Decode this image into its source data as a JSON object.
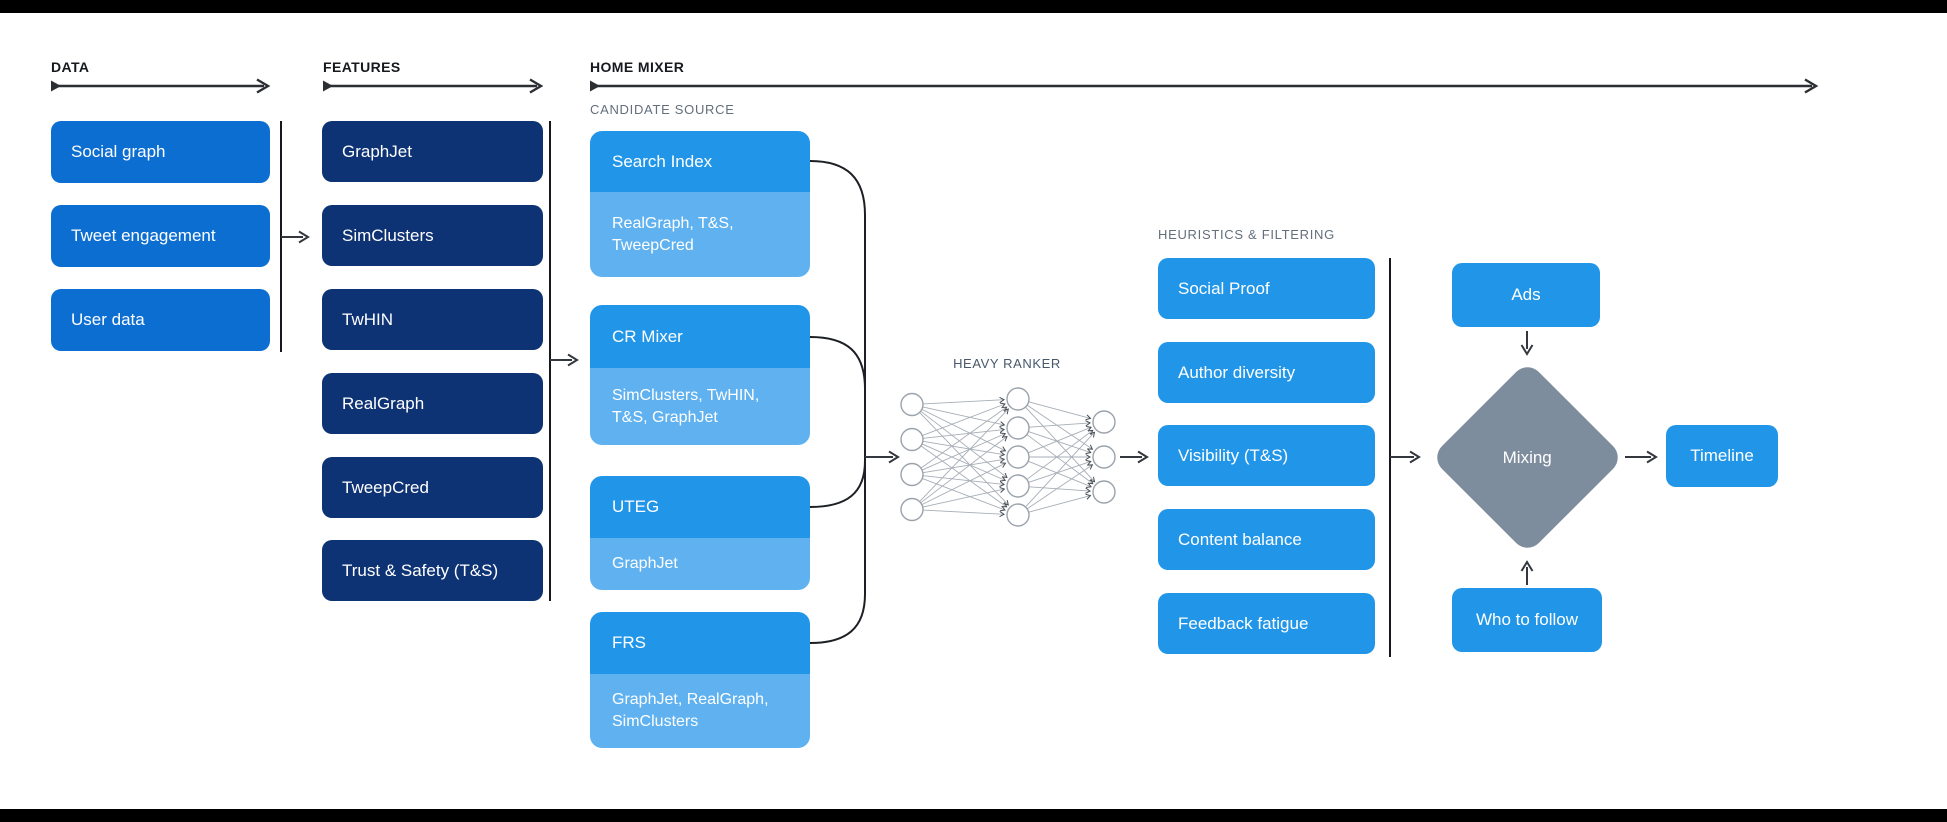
{
  "palette": {
    "dataBlue": "#0d6ed2",
    "navy": "#0e3374",
    "bright": "#2196e9",
    "light": "#5fb1ef",
    "gray": "#7e8d9e",
    "ink": "#16191d",
    "muted": "#636f7c",
    "slate": "#47586b",
    "line": "#15181c",
    "arrow": "#34383e",
    "nnEdge": "#a7aeb6",
    "nnNodeStroke": "#9aa2ab"
  },
  "sections": {
    "data": {
      "label": "DATA",
      "items": [
        "Social graph",
        "Tweet engagement",
        "User data"
      ]
    },
    "features": {
      "label": "FEATURES",
      "items": [
        "GraphJet",
        "SimClusters",
        "TwHIN",
        "RealGraph",
        "TweepCred",
        "Trust & Safety (T&S)"
      ]
    },
    "home_mixer": {
      "label": "HOME MIXER",
      "candidate_source": {
        "label": "CANDIDATE SOURCE",
        "cards": [
          {
            "title": "Search Index",
            "sub": "RealGraph, T&S, TweepCred"
          },
          {
            "title": "CR Mixer",
            "sub": "SimClusters, TwHIN, T&S, GraphJet"
          },
          {
            "title": "UTEG",
            "sub": "GraphJet"
          },
          {
            "title": "FRS",
            "sub": "GraphJet, RealGraph, SimClusters"
          }
        ]
      },
      "heavy_ranker": {
        "label": "HEAVY RANKER",
        "network": {
          "layers": [
            4,
            5,
            3
          ]
        }
      },
      "heuristics": {
        "label": "HEURISTICS & FILTERING",
        "items": [
          "Social Proof",
          "Author diversity",
          "Visibility (T&S)",
          "Content balance",
          "Feedback fatigue"
        ]
      },
      "mixing": {
        "label": "Mixing",
        "input_top": "Ads",
        "input_bottom": "Who to follow",
        "output": "Timeline"
      }
    }
  }
}
